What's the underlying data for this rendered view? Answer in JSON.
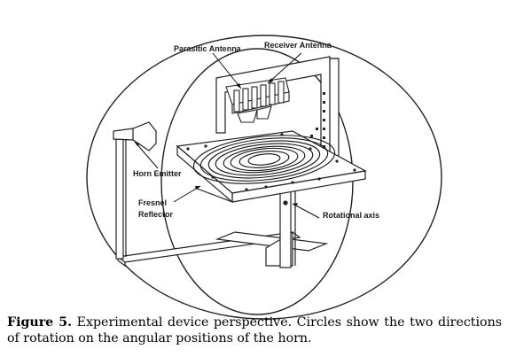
{
  "figure": {
    "labels": {
      "parasitic_antenna": "Parasitic Antenna",
      "receiver_antenna": "Receiver Antenna",
      "horn_emitter": "Horn Emitter",
      "fresnel_line1": "Fresnel",
      "fresnel_line2": "Reflector",
      "rotational_axis": "Rotational axis"
    },
    "caption": {
      "figure_number": "Figure 5.",
      "text": "Experimental device perspective.  Circles show the two directions of rotation on the angular positions of the horn."
    }
  }
}
